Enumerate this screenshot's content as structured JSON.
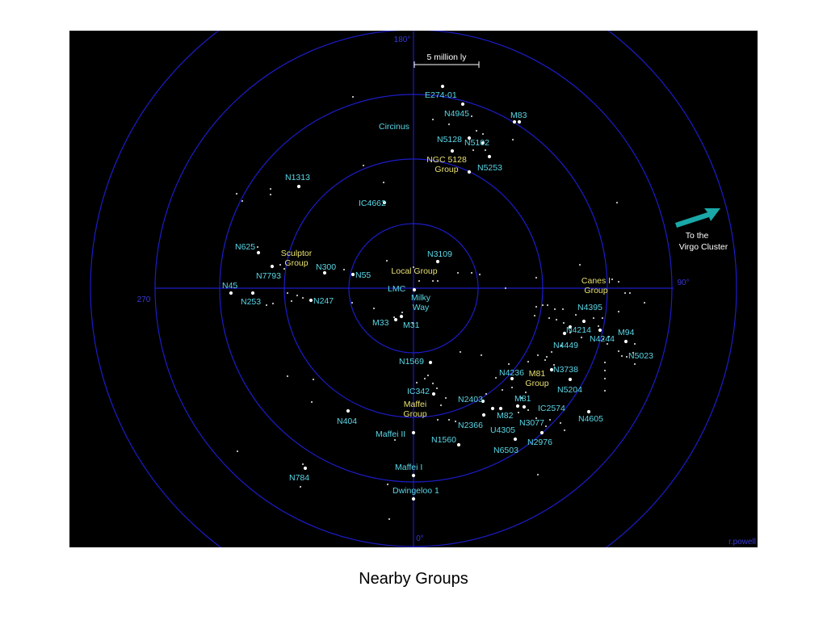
{
  "caption": "Nearby Groups",
  "colors": {
    "background": "#000000",
    "rings": "#1c1cc8",
    "galaxy_label": "#5ad8e8",
    "group_label": "#e8e070",
    "text": "#ffffff",
    "arrow": "#1aa8a8",
    "degree": "#3838d8"
  },
  "scale_bar": {
    "label": "5 million ly"
  },
  "degree_labels": [
    {
      "id": "deg-180",
      "text": "180°"
    },
    {
      "id": "deg-90",
      "text": "90°"
    },
    {
      "id": "deg-270",
      "text": "270"
    },
    {
      "id": "deg-0",
      "text": "0°"
    }
  ],
  "direction": {
    "line1": "To the",
    "line2": "Virgo Cluster",
    "icon": "arrow-icon"
  },
  "credit": "r.powell",
  "galaxies": [
    {
      "id": "e274",
      "text": "E274-01"
    },
    {
      "id": "n4945",
      "text": "N4945"
    },
    {
      "id": "m83",
      "text": "M83"
    },
    {
      "id": "circinus",
      "text": "Circinus"
    },
    {
      "id": "n5128",
      "text": "N5128"
    },
    {
      "id": "n5102",
      "text": "N5102"
    },
    {
      "id": "n5253",
      "text": "N5253"
    },
    {
      "id": "n1313",
      "text": "N1313"
    },
    {
      "id": "ic4662",
      "text": "IC4662"
    },
    {
      "id": "n625",
      "text": "N625"
    },
    {
      "id": "n7793",
      "text": "N7793"
    },
    {
      "id": "n300",
      "text": "N300"
    },
    {
      "id": "n55",
      "text": "N55"
    },
    {
      "id": "n3109",
      "text": "N3109"
    },
    {
      "id": "n45",
      "text": "N45"
    },
    {
      "id": "n253",
      "text": "N253"
    },
    {
      "id": "n247",
      "text": "N247"
    },
    {
      "id": "lmc",
      "text": "LMC"
    },
    {
      "id": "m33",
      "text": "M33"
    },
    {
      "id": "m31",
      "text": "M31"
    },
    {
      "id": "n4395",
      "text": "N4395"
    },
    {
      "id": "n4214",
      "text": "N4214"
    },
    {
      "id": "m94",
      "text": "M94"
    },
    {
      "id": "n4244",
      "text": "N4244"
    },
    {
      "id": "n4449",
      "text": "N4449"
    },
    {
      "id": "n5023",
      "text": "N5023"
    },
    {
      "id": "n1569",
      "text": "N1569"
    },
    {
      "id": "n4236",
      "text": "N4236"
    },
    {
      "id": "n3738",
      "text": "N3738"
    },
    {
      "id": "ic342",
      "text": "IC342"
    },
    {
      "id": "n5204",
      "text": "N5204"
    },
    {
      "id": "n2403",
      "text": "N2403"
    },
    {
      "id": "m81",
      "text": "M81"
    },
    {
      "id": "ic2574",
      "text": "IC2574"
    },
    {
      "id": "m82",
      "text": "M82"
    },
    {
      "id": "n404",
      "text": "N404"
    },
    {
      "id": "n2366",
      "text": "N2366"
    },
    {
      "id": "n3077",
      "text": "N3077"
    },
    {
      "id": "n4605",
      "text": "N4605"
    },
    {
      "id": "u4305",
      "text": "U4305"
    },
    {
      "id": "maffei2",
      "text": "Maffei II"
    },
    {
      "id": "n1560",
      "text": "N1560"
    },
    {
      "id": "n2976",
      "text": "N2976"
    },
    {
      "id": "n6503",
      "text": "N6503"
    },
    {
      "id": "maffei1",
      "text": "Maffei I"
    },
    {
      "id": "n784",
      "text": "N784"
    },
    {
      "id": "dwingeloo1",
      "text": "Dwingeloo 1"
    }
  ],
  "groups": [
    {
      "id": "ngc5128",
      "line1": "NGC 5128",
      "line2": "Group"
    },
    {
      "id": "sculptor",
      "line1": "Sculptor",
      "line2": "Group"
    },
    {
      "id": "local",
      "line1": "Local Group",
      "line2": ""
    },
    {
      "id": "canes",
      "line1": "Canes I",
      "line2": "Group"
    },
    {
      "id": "m81g",
      "line1": "M81",
      "line2": "Group"
    },
    {
      "id": "maffei",
      "line1": "Maffei",
      "line2": "Group"
    }
  ],
  "milky_way": {
    "line1": "Milky",
    "line2": "Way"
  }
}
